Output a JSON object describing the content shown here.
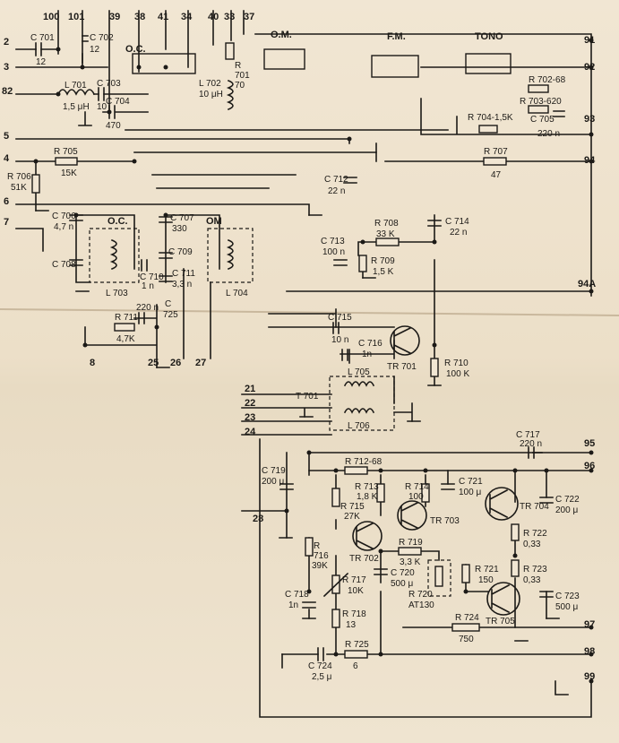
{
  "terminals": {
    "top": [
      "100",
      "101",
      "39",
      "38",
      "41",
      "34",
      "40",
      "33",
      "37"
    ],
    "left": [
      "2",
      "3",
      "82",
      "5",
      "4",
      "6",
      "7"
    ],
    "right": [
      "91",
      "92",
      "93",
      "94",
      "94A",
      "95",
      "96",
      "97",
      "98",
      "99"
    ],
    "bottom": [
      "8",
      "25",
      "26",
      "27",
      "21",
      "22",
      "23",
      "24",
      "28"
    ]
  },
  "switch_labels": {
    "oc": "O.C.",
    "om": "O.M.",
    "fm": "F.M.",
    "tono": "TONO",
    "oc2": "O.C.",
    "om2": "OM"
  },
  "components": {
    "c701": "C 701",
    "c701v": "12",
    "c702": "C 702",
    "c702v": "12",
    "c703": "C 703",
    "c703v": "10",
    "c704": "C 704",
    "c704v": "470",
    "l701": "L 701",
    "l701v": "1,5 μH",
    "l702": "L 702",
    "l702v": "10 μH",
    "r701": "R",
    "r701n": "701",
    "r701v": "70",
    "r702": "R 702-68",
    "r703": "R 703-620",
    "r704": "R 704-1,5K",
    "c705": "C 705",
    "c705v": "220 n",
    "r705": "R 705",
    "r705v": "15K",
    "r706": "R 706",
    "r706v": "51K",
    "c712": "C 712",
    "c712v": "22 n",
    "r707": "R 707",
    "r707v": "47",
    "c706": "C 706",
    "c706v": "4,7 n",
    "c707": "C 707",
    "c707v": "330",
    "c708": "C 708",
    "c709": "C 709",
    "c710": "C 710",
    "c710v": "1 n",
    "c711": "C 711",
    "c711v": "3,3 n",
    "l703": "L 703",
    "l704": "L 704",
    "c713": "C 713",
    "c713v": "100 n",
    "r708": "R 708",
    "r708v": "33 K",
    "r709": "R 709",
    "r709v": "1,5 K",
    "c714": "C 714",
    "c714v": "22 n",
    "r711": "R 711",
    "r711v": "4,7K",
    "c725": "C",
    "c725n": "725",
    "c725v": "220 n",
    "c715": "C 715",
    "c715v": "10 n",
    "c716": "C 716",
    "c716v": "1n",
    "tr701": "TR 701",
    "r710": "R 710",
    "r710v": "100 K",
    "t701": "T 701",
    "l705": "L 705",
    "l706": "L 706",
    "c717": "C 717",
    "c717v": "220 n",
    "c719": "C 719",
    "c719v": "200 μ",
    "r712": "R 712-68",
    "r713": "R 713",
    "r713v": "1,8 K",
    "r714": "R 714",
    "r714v": "100",
    "c721": "C 721",
    "c721v": "100 μ",
    "c722": "C 722",
    "c722v": "200 μ",
    "r715": "R 715",
    "r715v": "27K",
    "tr702": "TR 702",
    "tr703": "TR 703",
    "tr704": "TR 704",
    "tr705": "TR 705",
    "r716": "R",
    "r716n": "716",
    "r716v": "39K",
    "r717": "R 717",
    "r717v": "10K",
    "r718": "R 718",
    "r718v": "13",
    "r719": "R 719",
    "r719v": "3,3 K",
    "c720": "C 720",
    "c720v": "500 μ",
    "r720": "R 720",
    "r720v": "AT130",
    "r721": "R 721",
    "r721v": "150",
    "r722": "R 722",
    "r722v": "0,33",
    "r723": "R 723",
    "r723v": "0,33",
    "c723": "C 723",
    "c723v": "500 μ",
    "r724": "R 724",
    "r724v": "750",
    "c718": "C 718",
    "c718v": "1n",
    "c724": "C 724",
    "c724v": "2,5 μ",
    "r725": "R 725",
    "r725v": "6"
  }
}
